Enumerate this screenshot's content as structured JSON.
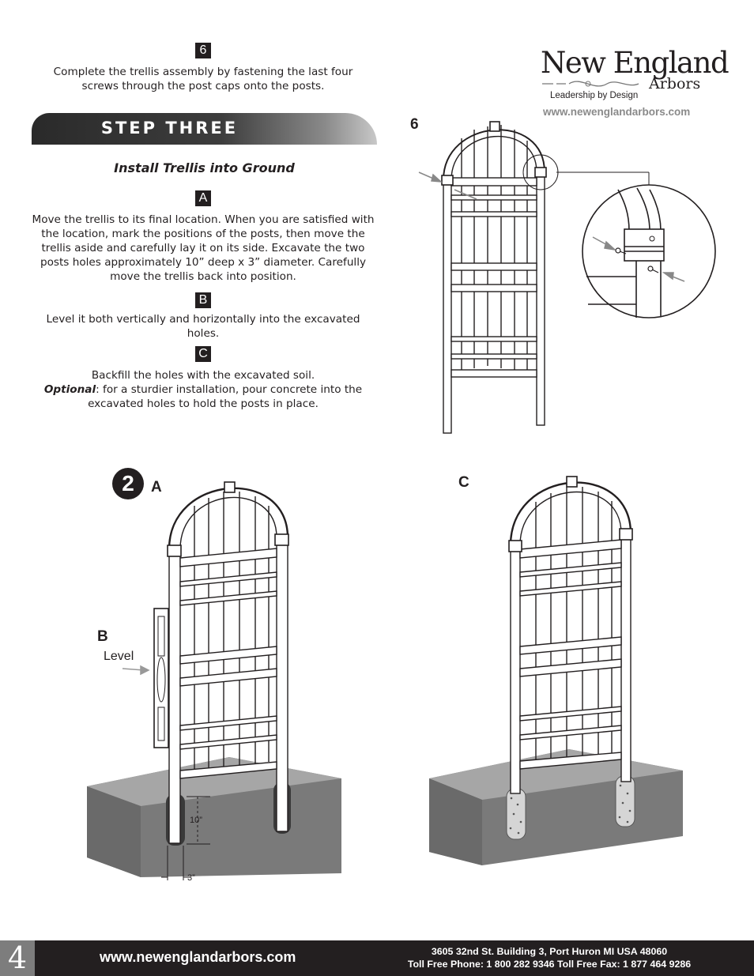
{
  "step6": {
    "badge": "6",
    "text": "Complete the trellis assembly by fastening the last four screws through the post caps onto the posts."
  },
  "step_three": {
    "title": "STEP THREE",
    "subtitle": "Install Trellis into Ground",
    "a_badge": "A",
    "a_text": "Move the trellis to its final location. When you are satisfied with the location, mark the positions of the posts, then move the trellis aside and carefully lay it on its side. Excavate the two posts holes approximately 10” deep x 3” diameter. Carefully move the trellis back into position.",
    "b_badge": "B",
    "b_text": "Level it both vertically and horizontally into the excavated holes.",
    "c_badge": "C",
    "c_text_main": "Backfill the holes with the excavated soil.",
    "c_optional_label": "Optional",
    "c_optional_text": ": for a sturdier installation, pour concrete into the excavated holes to hold the posts in place."
  },
  "logo": {
    "name": "New England",
    "sub": "Arbors",
    "tagline": "Leadership by Design",
    "url": "www.newenglandarbors.com"
  },
  "figures": {
    "fig6_label": "6",
    "fig2_number": "2",
    "fig_a_label": "A",
    "fig_b_label": "B",
    "fig_c_label": "C",
    "level_label": "Level",
    "depth_label": "10”",
    "diameter_label": "3”"
  },
  "footer": {
    "page_number": "4",
    "url": "www.newenglandarbors.com",
    "address": "3605 32nd St. Building 3, Port Huron MI  USA  48060",
    "phones": "Toll Free Phone:  1 800 282 9346  Toll Free Fax:  1 877 464 9286"
  },
  "colors": {
    "dark": "#231f20",
    "ground": "#7a7a7a",
    "ground_top": "#a6a6a6",
    "url_gray": "#8a8a8a"
  }
}
